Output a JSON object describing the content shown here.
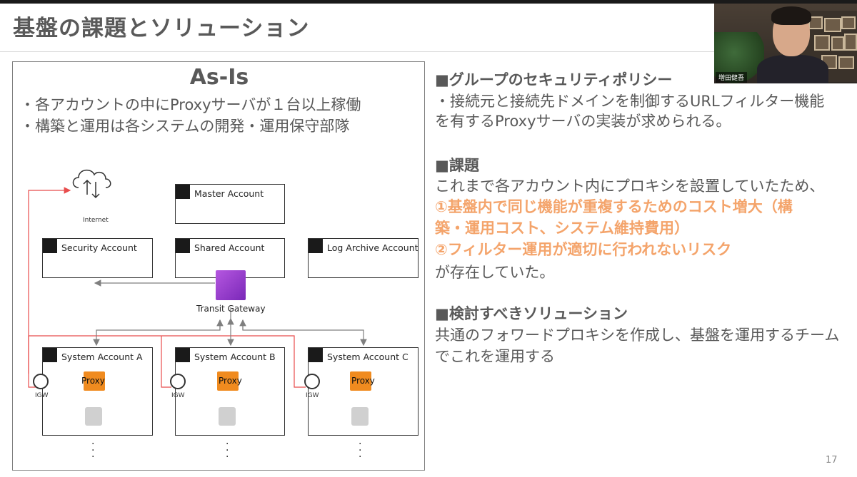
{
  "slide": {
    "title": "基盤の課題とソリューション",
    "page_number": "17"
  },
  "webcam": {
    "name": "増田健吾"
  },
  "diagram": {
    "heading": "As-Is",
    "bullets": [
      "・各アカウントの中にProxyサーバが１台以上稼働",
      "・構築と運用は各システムの開発・運用保守部隊"
    ],
    "internet_label": "Internet",
    "accounts": {
      "master": "Master Account",
      "security": "Security Account",
      "shared": "Shared Account",
      "log_archive": "Log Archive Account",
      "system_a": "System Account A",
      "system_b": "System Account B",
      "system_c": "System Account C"
    },
    "tgw_label": "Transit Gateway",
    "proxy_label": "Proxy",
    "igw_label": "IGW",
    "colors": {
      "arrow_red": "#e84c4c",
      "arrow_gray": "#7f7f7f",
      "proxy": "#f08b1f",
      "tgw": "#8c3bc7"
    }
  },
  "right": {
    "section1_title": "■グループのセキュリティポリシー",
    "section1_line1": "・接続元と接続先ドメインを制御するURLフィルター機能",
    "section1_line2": "を有するProxyサーバの実装が求められる。",
    "section2_title": "■課題",
    "section2_line1": "これまで各アカウント内にプロキシを設置していたため、",
    "section2_orange1": "①基盤内で同じ機能が重複するためのコスト増大（構",
    "section2_orange2": "築・運用コスト、システム維持費用）",
    "section2_orange3": "②フィルター運用が適切に行われないリスク",
    "section2_line2": "が存在していた。",
    "section3_title": "■検討すべきソリューション",
    "section3_line1": "共通のフォワードプロキシを作成し、基盤を運用するチーム",
    "section3_line2": "でこれを運用する",
    "colors": {
      "text": "#595959",
      "highlight": "#f4a46b"
    }
  }
}
